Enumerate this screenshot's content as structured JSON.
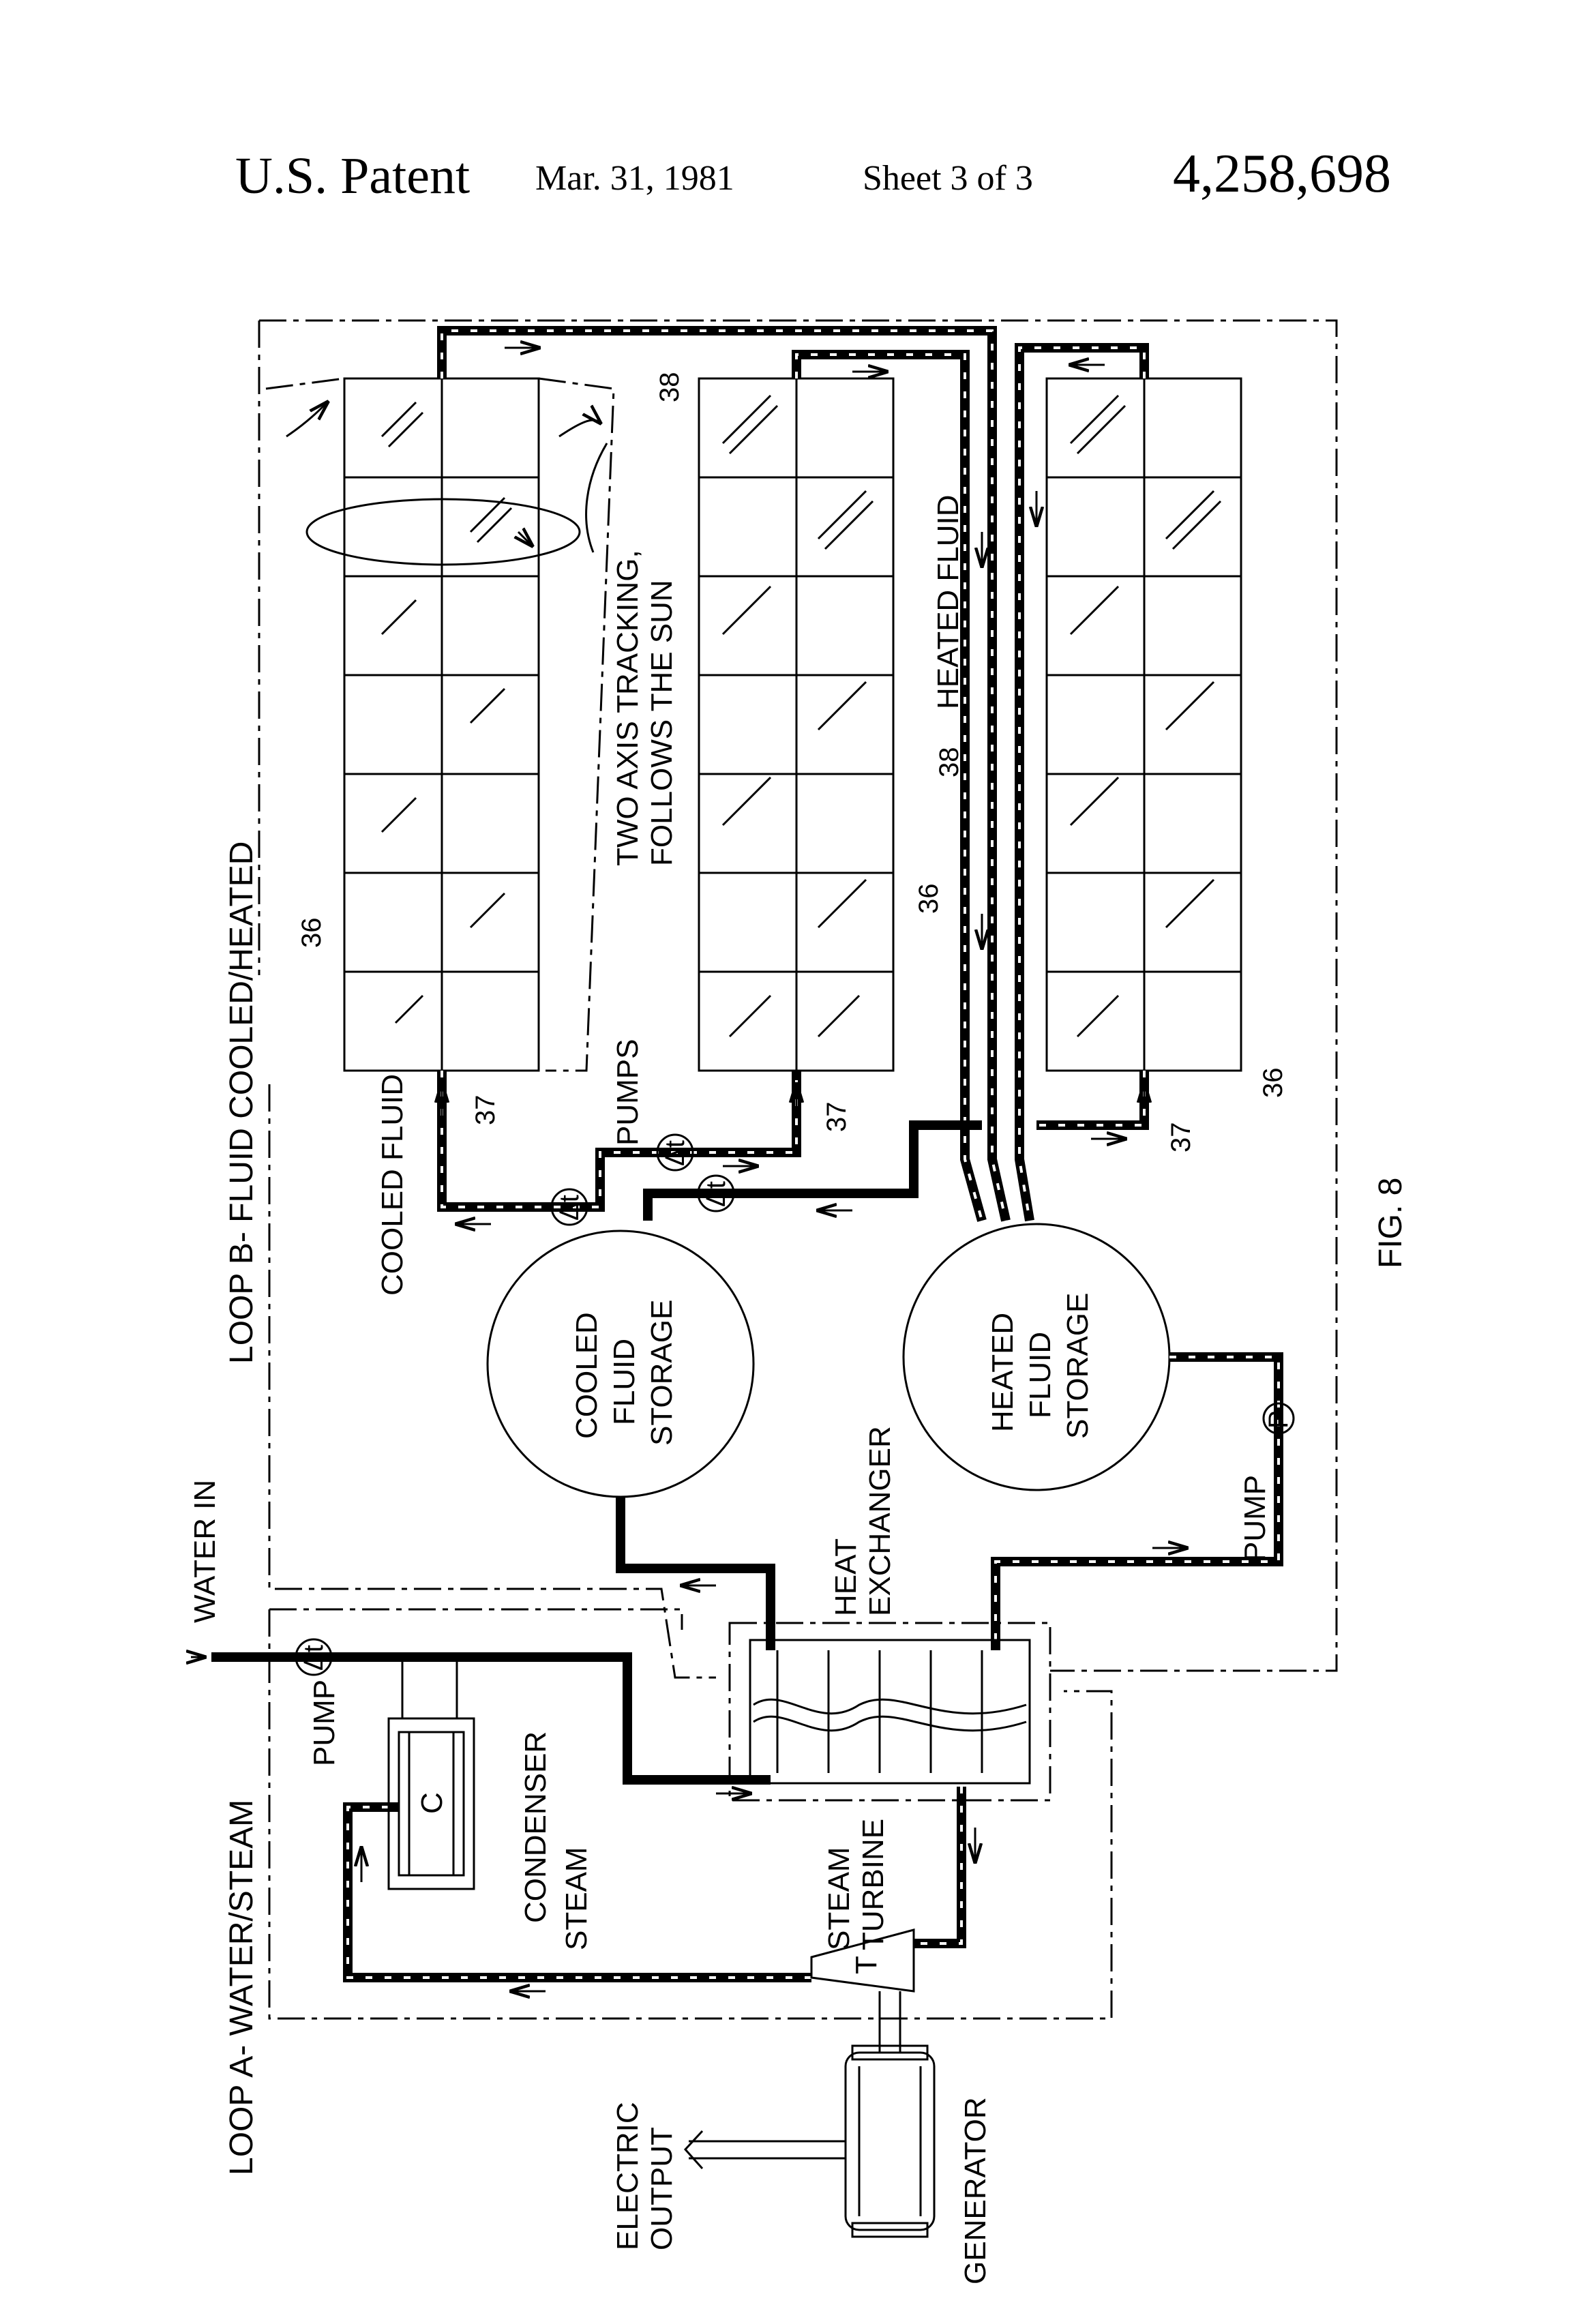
{
  "header": {
    "patent_label": "U.S. Patent",
    "date": "Mar. 31, 1981",
    "sheet": "Sheet 3 of 3",
    "patent_number": "4,258,698"
  },
  "diagram": {
    "loop_b_label": "LOOP B- FLUID COOLED/HEATED",
    "loop_a_label": "LOOP A- WATER/STEAM",
    "tracking_line1": "TWO AXIS TRACKING,",
    "tracking_line2": "FOLLOWS THE SUN",
    "heated_fluid": "HEATED FLUID",
    "cooled_fluid": "COOLED FLUID",
    "pumps": "PUMPS",
    "pump": "PUMP",
    "cooled_storage": [
      "COOLED",
      "FLUID",
      "STORAGE"
    ],
    "heated_storage": [
      "HEATED",
      "FLUID",
      "STORAGE"
    ],
    "heat_exchanger": [
      "HEAT",
      "EXCHANGER"
    ],
    "water_in": "WATER IN",
    "condenser": "CONDENSER",
    "condenser_letter": "C",
    "steam": "STEAM",
    "steam_turbine": [
      "STEAM",
      "TURBINE"
    ],
    "turbine_letter": "T",
    "generator": "GENERATOR",
    "electric_output": [
      "ELECTRIC",
      "OUTPUT"
    ],
    "pump_symbol_dt": "Δt",
    "pump_symbol_p": "P",
    "ref_36": "36",
    "ref_37": "37",
    "ref_38": "38",
    "figure_label": "FIG. 8"
  }
}
